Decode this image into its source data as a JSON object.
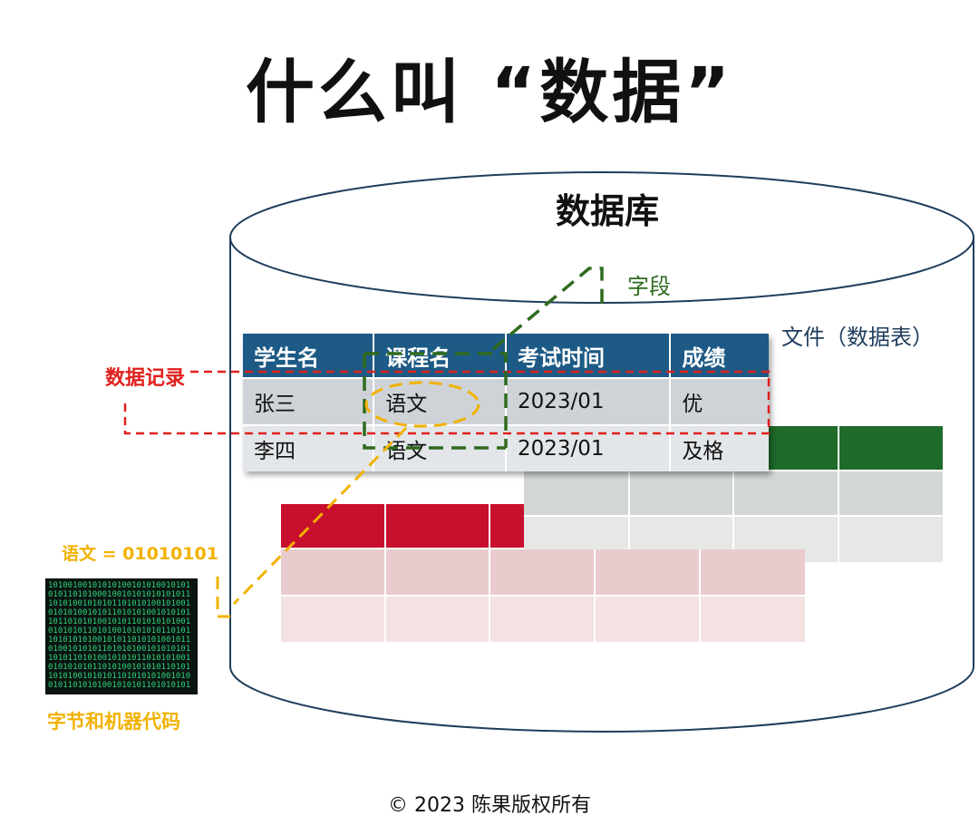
{
  "title": "什么叫 “数据”",
  "database_label": "数据库",
  "field_label": "字段",
  "file_label": "文件（数据表）",
  "record_label": "数据记录",
  "encoding_label": "语文 = 01010101",
  "machine_label": "字节和机器代码",
  "copyright": "© 2023 陈果版权所有",
  "table": {
    "headers": [
      "学生名",
      "课程名",
      "考试时间",
      "成绩"
    ],
    "rows": [
      [
        "张三",
        "语文",
        "2023/01",
        "优"
      ],
      [
        "李四",
        "语文",
        "2023/01",
        "及格"
      ]
    ]
  },
  "colors": {
    "header": "#1d5a85",
    "record": "#e0201c",
    "field": "#2f6b1f",
    "encoding": "#f2b200",
    "green_table": "#1e6b2a",
    "red_table": "#c8102e"
  },
  "image_code": {
    "lines": [
      "10100100101010100101010010101",
      "01011010100010010101010101011",
      "10101001010101101010100101001",
      "01010100101011010101001010101",
      "10110101010010101101010101001",
      "01010101101010010101010110101",
      "10101010100101011010101001011",
      "01001010101101010100101010101",
      "10101101010010101011010101001",
      "01010101011010100101010110101",
      "10101001010101101010101001010",
      "01011010101001010101101010101"
    ]
  }
}
